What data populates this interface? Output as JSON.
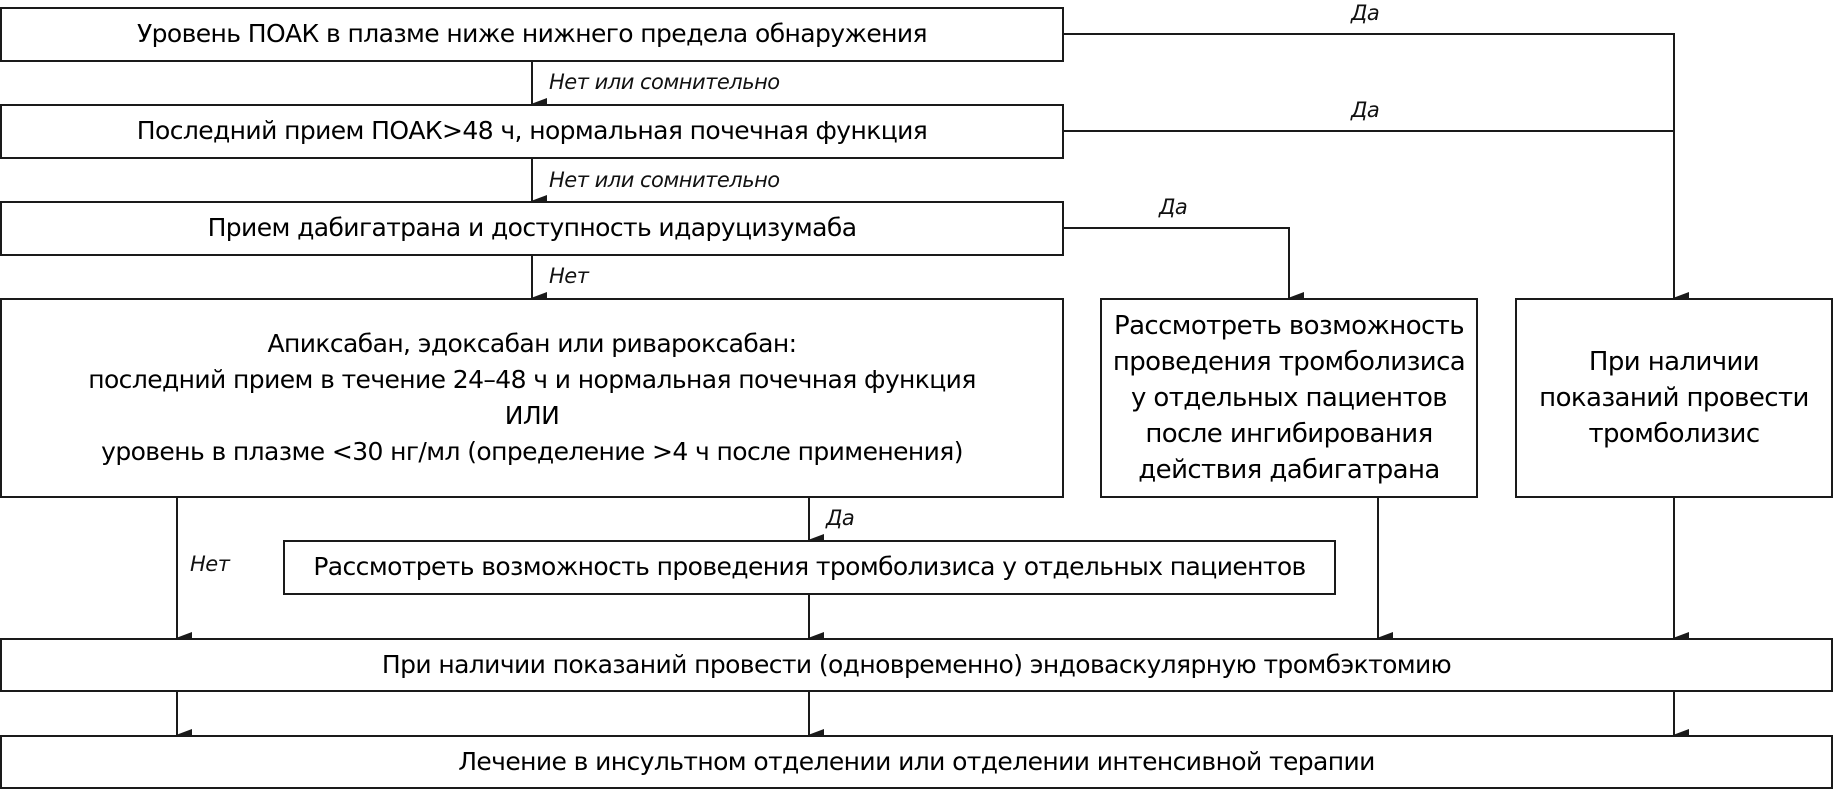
{
  "diagram": {
    "nodes": {
      "level_below_limit": "Уровень ПОАК в плазме ниже нижнего предела обнаружения",
      "last_dose_48h": "Последний прием ПОАК>48 ч, нормальная почечная функция",
      "dabigatran_idarucizumab": "Прием дабигатрана и доступность идаруцизумаба",
      "xa_inhibitors": [
        "Апиксабан, эдоксабан или ривароксабан:",
        "последний прием в течение 24–48 ч и нормальная почечная функция",
        "ИЛИ",
        "уровень в плазме <30 нг/мл (определение >4 ч после применения)"
      ],
      "consider_after_dabigatran_reversal": [
        "Рассмотреть возможность",
        "проведения тромболизиса",
        "у отдельных пациентов",
        "после ингибирования",
        "действия дабигатрана"
      ],
      "perform_thrombolysis": [
        "При наличии",
        "показаний провести",
        "тромболизис"
      ],
      "consider_thrombolysis_selected": "Рассмотреть возможность проведения тромболизиса у отдельных пациентов",
      "thrombectomy": "При наличии показаний провести (одновременно) эндоваскулярную тромбэктомию",
      "stroke_unit": "Лечение в инсультном отделении или отделении интенсивной терапии"
    },
    "edge_labels": {
      "yes_1": "Да",
      "yes_2": "Да",
      "yes_3": "Да",
      "no_or_doubtful_1": "Нет или сомнительно",
      "no_or_doubtful_2": "Нет или сомнительно",
      "no_1": "Нет",
      "yes_4": "Да",
      "no_2": "Нет"
    },
    "colors": {
      "line": "#1a1a1a",
      "background": "#ffffff"
    }
  }
}
